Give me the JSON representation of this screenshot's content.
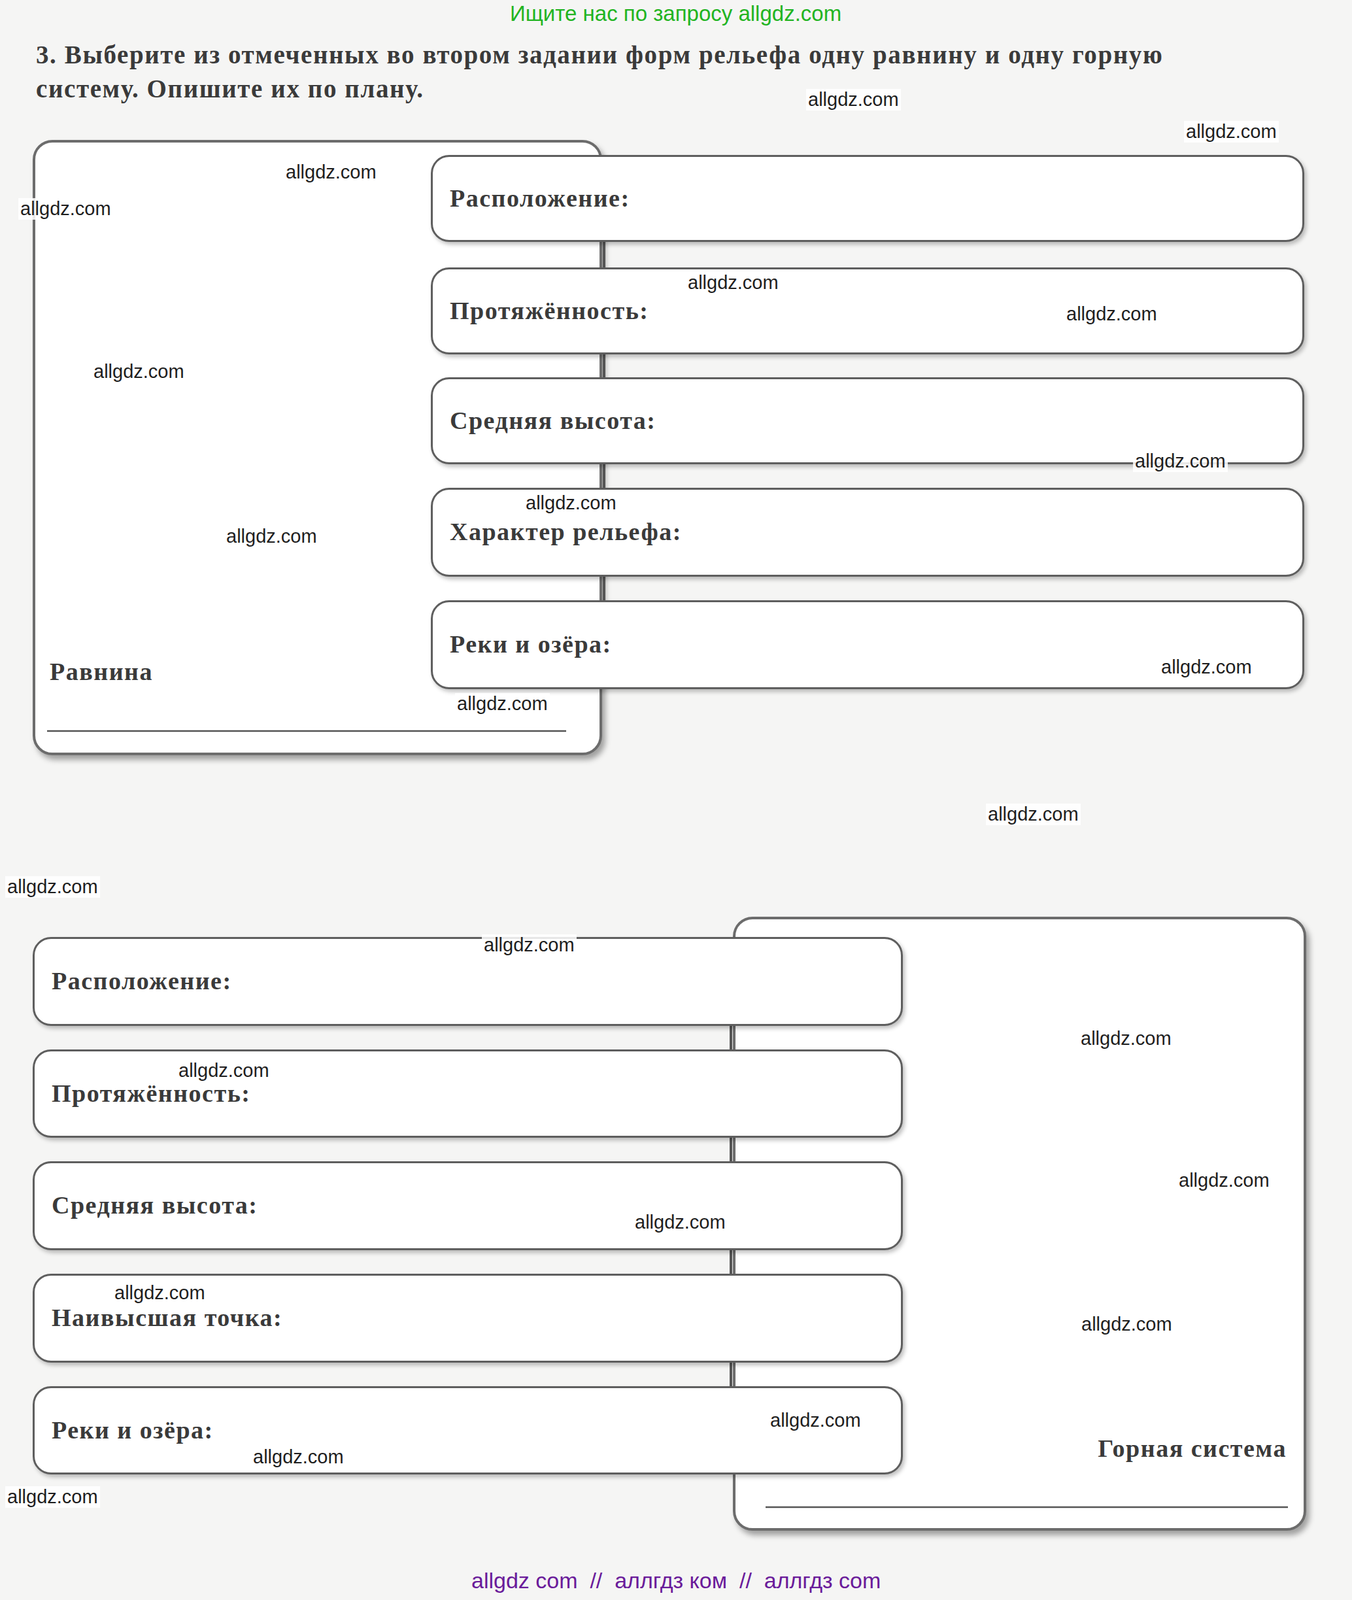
{
  "diagram": {
    "title": "3. Выберите из отмеченных во втором задании форм рельефа одну равнину и одну горную систему. Опишите их по плану.",
    "nodes": [
      {
        "text": [
          "Равнина"
        ]
      },
      {
        "text": [
          "Расположение:"
        ]
      },
      {
        "text": [
          "Протяжённость:"
        ]
      },
      {
        "text": [
          "Средняя высота:"
        ]
      },
      {
        "text": [
          "Характер рельефа:"
        ]
      },
      {
        "text": [
          "Реки и озёра:"
        ]
      },
      {
        "text": [
          "Горная система"
        ]
      },
      {
        "text": [
          "Расположение:"
        ]
      },
      {
        "text": [
          "Протяжённость:"
        ]
      },
      {
        "text": [
          "Средняя высота:"
        ]
      },
      {
        "text": [
          "Наивысшая точка:"
        ]
      },
      {
        "text": [
          "Реки и озёра:"
        ]
      }
    ],
    "edges": [
      {
        "from": 1,
        "to": 2,
        "arrow": "none"
      },
      {
        "from": 2,
        "to": 3,
        "arrow": "none"
      },
      {
        "from": 3,
        "to": 4,
        "arrow": "none"
      },
      {
        "from": 4,
        "to": 5,
        "arrow": "none"
      },
      {
        "from": 7,
        "to": 8,
        "arrow": "none"
      },
      {
        "from": 8,
        "to": 9,
        "arrow": "none"
      },
      {
        "from": 9,
        "to": 10,
        "arrow": "none"
      },
      {
        "from": 10,
        "to": 11,
        "arrow": "none"
      }
    ],
    "labels": [
      "Ищите нас по запросу allgdz.com",
      "allgdz.com",
      "allgdz.com",
      "allgdz.com",
      "allgdz.com",
      "allgdz.com",
      "allgdz.com",
      "allgdz.com",
      "allgdz.com",
      "allgdz.com",
      "allgdz.com",
      "allgdz.com",
      "allgdz.com",
      "allgdz.com",
      "allgdz.com",
      "allgdz.com",
      "allgdz.com",
      "allgdz.com",
      "allgdz.com",
      "allgdz.com",
      "allgdz.com",
      "allgdz.com",
      "allgdz.com",
      "allgdz.com",
      "allgdz.com",
      "allgdz com  //  аллгдз ком  //  аллгдз com"
    ]
  }
}
